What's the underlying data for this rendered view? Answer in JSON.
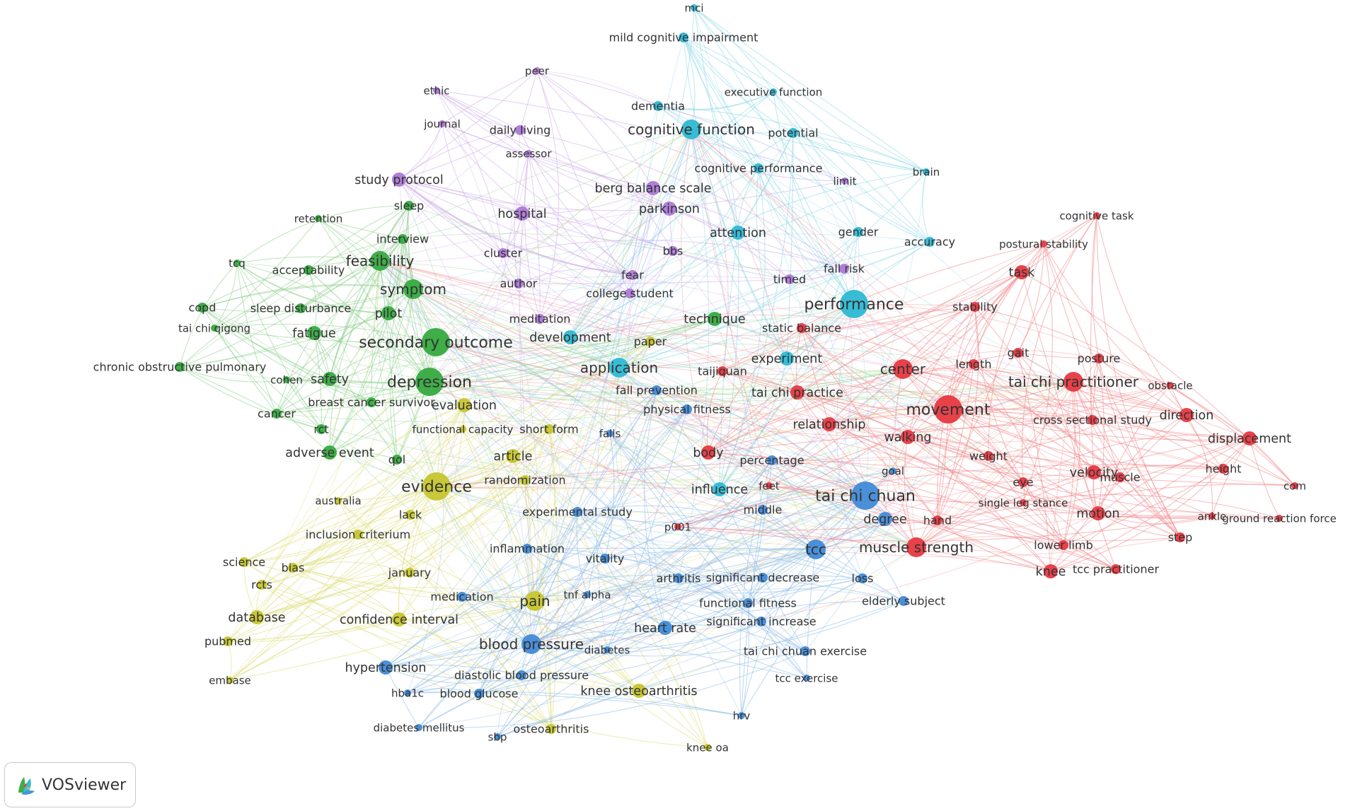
{
  "brand": {
    "name": "VOSviewer",
    "icon": "vosviewer-logo-icon"
  },
  "clusters": {
    "red": {
      "color": "#e8414a",
      "link": "#f08a8e"
    },
    "green": {
      "color": "#3fae49",
      "link": "#8fd08f"
    },
    "blue": {
      "color": "#4a90d9",
      "link": "#92bde8"
    },
    "yellow": {
      "color": "#c8c838",
      "link": "#dede7e"
    },
    "purple": {
      "color": "#b07fd8",
      "link": "#cfaeea"
    },
    "cyan": {
      "color": "#38bcd6",
      "link": "#8fd9e8"
    }
  },
  "terms": [
    {
      "label": "mci",
      "cluster": "cyan",
      "weight": 1
    },
    {
      "label": "mild cognitive impairment",
      "cluster": "cyan",
      "weight": 2
    },
    {
      "label": "executive function",
      "cluster": "cyan",
      "weight": 1
    },
    {
      "label": "dementia",
      "cluster": "cyan",
      "weight": 2
    },
    {
      "label": "cognitive function",
      "cluster": "cyan",
      "weight": 4
    },
    {
      "label": "potential",
      "cluster": "cyan",
      "weight": 2
    },
    {
      "label": "cognitive performance",
      "cluster": "cyan",
      "weight": 2
    },
    {
      "label": "brain",
      "cluster": "cyan",
      "weight": 1
    },
    {
      "label": "attention",
      "cluster": "cyan",
      "weight": 3
    },
    {
      "label": "gender",
      "cluster": "cyan",
      "weight": 2
    },
    {
      "label": "accuracy",
      "cluster": "cyan",
      "weight": 2
    },
    {
      "label": "performance",
      "cluster": "cyan",
      "weight": 5
    },
    {
      "label": "experiment",
      "cluster": "cyan",
      "weight": 3
    },
    {
      "label": "application",
      "cluster": "cyan",
      "weight": 4
    },
    {
      "label": "influence",
      "cluster": "cyan",
      "weight": 3
    },
    {
      "label": "development",
      "cluster": "cyan",
      "weight": 3
    },
    {
      "label": "ethic",
      "cluster": "purple",
      "weight": 1
    },
    {
      "label": "peer",
      "cluster": "purple",
      "weight": 1
    },
    {
      "label": "journal",
      "cluster": "purple",
      "weight": 1
    },
    {
      "label": "daily living",
      "cluster": "purple",
      "weight": 2
    },
    {
      "label": "assessor",
      "cluster": "purple",
      "weight": 1
    },
    {
      "label": "study protocol",
      "cluster": "purple",
      "weight": 3
    },
    {
      "label": "hospital",
      "cluster": "purple",
      "weight": 3
    },
    {
      "label": "berg balance scale",
      "cluster": "purple",
      "weight": 3
    },
    {
      "label": "parkinson",
      "cluster": "purple",
      "weight": 3
    },
    {
      "label": "limit",
      "cluster": "purple",
      "weight": 1
    },
    {
      "label": "cluster",
      "cluster": "purple",
      "weight": 2
    },
    {
      "label": "bbs",
      "cluster": "purple",
      "weight": 2
    },
    {
      "label": "author",
      "cluster": "purple",
      "weight": 2
    },
    {
      "label": "fear",
      "cluster": "purple",
      "weight": 2
    },
    {
      "label": "timed",
      "cluster": "purple",
      "weight": 2
    },
    {
      "label": "fall risk",
      "cluster": "purple",
      "weight": 2
    },
    {
      "label": "college student",
      "cluster": "purple",
      "weight": 2
    },
    {
      "label": "meditation",
      "cluster": "purple",
      "weight": 2
    },
    {
      "label": "sleep",
      "cluster": "green",
      "weight": 2
    },
    {
      "label": "retention",
      "cluster": "green",
      "weight": 1
    },
    {
      "label": "interview",
      "cluster": "green",
      "weight": 2
    },
    {
      "label": "tcq",
      "cluster": "green",
      "weight": 1
    },
    {
      "label": "acceptability",
      "cluster": "green",
      "weight": 2
    },
    {
      "label": "feasibility",
      "cluster": "green",
      "weight": 4
    },
    {
      "label": "symptom",
      "cluster": "green",
      "weight": 4
    },
    {
      "label": "copd",
      "cluster": "green",
      "weight": 2
    },
    {
      "label": "sleep disturbance",
      "cluster": "green",
      "weight": 2
    },
    {
      "label": "pilot",
      "cluster": "green",
      "weight": 3
    },
    {
      "label": "tai chi qigong",
      "cluster": "green",
      "weight": 1
    },
    {
      "label": "fatigue",
      "cluster": "green",
      "weight": 3
    },
    {
      "label": "secondary outcome",
      "cluster": "green",
      "weight": 5
    },
    {
      "label": "chronic obstructive pulmonary",
      "cluster": "green",
      "weight": 2
    },
    {
      "label": "cohen",
      "cluster": "green",
      "weight": 1
    },
    {
      "label": "safety",
      "cluster": "green",
      "weight": 3
    },
    {
      "label": "depression",
      "cluster": "green",
      "weight": 5
    },
    {
      "label": "breast cancer survivor",
      "cluster": "green",
      "weight": 2
    },
    {
      "label": "cancer",
      "cluster": "green",
      "weight": 2
    },
    {
      "label": "technique",
      "cluster": "green",
      "weight": 3
    },
    {
      "label": "rct",
      "cluster": "green",
      "weight": 2
    },
    {
      "label": "adverse event",
      "cluster": "green",
      "weight": 3
    },
    {
      "label": "qol",
      "cluster": "green",
      "weight": 2
    },
    {
      "label": "evaluation",
      "cluster": "yellow",
      "weight": 3
    },
    {
      "label": "functional capacity",
      "cluster": "yellow",
      "weight": 1
    },
    {
      "label": "short form",
      "cluster": "yellow",
      "weight": 2
    },
    {
      "label": "article",
      "cluster": "yellow",
      "weight": 3
    },
    {
      "label": "evidence",
      "cluster": "yellow",
      "weight": 5
    },
    {
      "label": "randomization",
      "cluster": "yellow",
      "weight": 2
    },
    {
      "label": "australia",
      "cluster": "yellow",
      "weight": 1
    },
    {
      "label": "lack",
      "cluster": "yellow",
      "weight": 2
    },
    {
      "label": "inclusion criterium",
      "cluster": "yellow",
      "weight": 2
    },
    {
      "label": "science",
      "cluster": "yellow",
      "weight": 2
    },
    {
      "label": "rcts",
      "cluster": "yellow",
      "weight": 2
    },
    {
      "label": "bias",
      "cluster": "yellow",
      "weight": 2
    },
    {
      "label": "january",
      "cluster": "yellow",
      "weight": 2
    },
    {
      "label": "database",
      "cluster": "yellow",
      "weight": 3
    },
    {
      "label": "confidence interval",
      "cluster": "yellow",
      "weight": 3
    },
    {
      "label": "pubmed",
      "cluster": "yellow",
      "weight": 2
    },
    {
      "label": "embase",
      "cluster": "yellow",
      "weight": 1
    },
    {
      "label": "pain",
      "cluster": "yellow",
      "weight": 4
    },
    {
      "label": "paper",
      "cluster": "yellow",
      "weight": 2
    },
    {
      "label": "knee osteoarthritis",
      "cluster": "yellow",
      "weight": 3
    },
    {
      "label": "osteoarthritis",
      "cluster": "yellow",
      "weight": 2
    },
    {
      "label": "knee oa",
      "cluster": "yellow",
      "weight": 1
    },
    {
      "label": "experimental study",
      "cluster": "blue",
      "weight": 2
    },
    {
      "label": "inflammation",
      "cluster": "blue",
      "weight": 2
    },
    {
      "label": "vitality",
      "cluster": "blue",
      "weight": 2
    },
    {
      "label": "arthritis",
      "cluster": "blue",
      "weight": 2
    },
    {
      "label": "significant decrease",
      "cluster": "blue",
      "weight": 2
    },
    {
      "label": "medication",
      "cluster": "blue",
      "weight": 2
    },
    {
      "label": "tnf alpha",
      "cluster": "blue",
      "weight": 1
    },
    {
      "label": "functional fitness",
      "cluster": "blue",
      "weight": 2
    },
    {
      "label": "significant increase",
      "cluster": "blue",
      "weight": 2
    },
    {
      "label": "heart rate",
      "cluster": "blue",
      "weight": 3
    },
    {
      "label": "blood pressure",
      "cluster": "blue",
      "weight": 4
    },
    {
      "label": "diabetes",
      "cluster": "blue",
      "weight": 1
    },
    {
      "label": "tai chi chuan exercise",
      "cluster": "blue",
      "weight": 2
    },
    {
      "label": "hypertension",
      "cluster": "blue",
      "weight": 3
    },
    {
      "label": "diastolic blood pressure",
      "cluster": "blue",
      "weight": 2
    },
    {
      "label": "hba1c",
      "cluster": "blue",
      "weight": 1
    },
    {
      "label": "blood glucose",
      "cluster": "blue",
      "weight": 2
    },
    {
      "label": "tcc exercise",
      "cluster": "blue",
      "weight": 1
    },
    {
      "label": "hrv",
      "cluster": "blue",
      "weight": 1
    },
    {
      "label": "diabetes mellitus",
      "cluster": "blue",
      "weight": 1
    },
    {
      "label": "sbp",
      "cluster": "blue",
      "weight": 1
    },
    {
      "label": "fall prevention",
      "cluster": "blue",
      "weight": 2
    },
    {
      "label": "physical fitness",
      "cluster": "blue",
      "weight": 2
    },
    {
      "label": "falls",
      "cluster": "blue",
      "weight": 1
    },
    {
      "label": "percentage",
      "cluster": "blue",
      "weight": 2
    },
    {
      "label": "tai chi chuan",
      "cluster": "blue",
      "weight": 5
    },
    {
      "label": "goal",
      "cluster": "blue",
      "weight": 1
    },
    {
      "label": "middle",
      "cluster": "blue",
      "weight": 2
    },
    {
      "label": "degree",
      "cluster": "blue",
      "weight": 3
    },
    {
      "label": "tcc",
      "cluster": "blue",
      "weight": 4
    },
    {
      "label": "loss",
      "cluster": "blue",
      "weight": 2
    },
    {
      "label": "elderly subject",
      "cluster": "blue",
      "weight": 2
    },
    {
      "label": "p001",
      "cluster": "red",
      "weight": 1
    },
    {
      "label": "cognitive task",
      "cluster": "red",
      "weight": 1
    },
    {
      "label": "postural stability",
      "cluster": "red",
      "weight": 1
    },
    {
      "label": "task",
      "cluster": "red",
      "weight": 3
    },
    {
      "label": "stability",
      "cluster": "red",
      "weight": 2
    },
    {
      "label": "static balance",
      "cluster": "red",
      "weight": 2
    },
    {
      "label": "center",
      "cluster": "red",
      "weight": 4
    },
    {
      "label": "length",
      "cluster": "red",
      "weight": 2
    },
    {
      "label": "gait",
      "cluster": "red",
      "weight": 2
    },
    {
      "label": "posture",
      "cluster": "red",
      "weight": 2
    },
    {
      "label": "tai chi practitioner",
      "cluster": "red",
      "weight": 4
    },
    {
      "label": "obstacle",
      "cluster": "red",
      "weight": 1
    },
    {
      "label": "taijiquan",
      "cluster": "red",
      "weight": 2
    },
    {
      "label": "tai chi practice",
      "cluster": "red",
      "weight": 3
    },
    {
      "label": "movement",
      "cluster": "red",
      "weight": 5
    },
    {
      "label": "relationship",
      "cluster": "red",
      "weight": 3
    },
    {
      "label": "cross sectional study",
      "cluster": "red",
      "weight": 2
    },
    {
      "label": "direction",
      "cluster": "red",
      "weight": 3
    },
    {
      "label": "walking",
      "cluster": "red",
      "weight": 3
    },
    {
      "label": "displacement",
      "cluster": "red",
      "weight": 3
    },
    {
      "label": "body",
      "cluster": "red",
      "weight": 3
    },
    {
      "label": "weight",
      "cluster": "red",
      "weight": 2
    },
    {
      "label": "velocity",
      "cluster": "red",
      "weight": 3
    },
    {
      "label": "muscle",
      "cluster": "red",
      "weight": 2
    },
    {
      "label": "height",
      "cluster": "red",
      "weight": 2
    },
    {
      "label": "eye",
      "cluster": "red",
      "weight": 2
    },
    {
      "label": "feet",
      "cluster": "red",
      "weight": 1
    },
    {
      "label": "com",
      "cluster": "red",
      "weight": 1
    },
    {
      "label": "single leg stance",
      "cluster": "red",
      "weight": 1
    },
    {
      "label": "hand",
      "cluster": "red",
      "weight": 2
    },
    {
      "label": "motion",
      "cluster": "red",
      "weight": 3
    },
    {
      "label": "ankle",
      "cluster": "red",
      "weight": 1
    },
    {
      "label": "ground reaction force",
      "cluster": "red",
      "weight": 1
    },
    {
      "label": "step",
      "cluster": "red",
      "weight": 2
    },
    {
      "label": "muscle strength",
      "cluster": "red",
      "weight": 4
    },
    {
      "label": "lower limb",
      "cluster": "red",
      "weight": 2
    },
    {
      "label": "knee",
      "cluster": "red",
      "weight": 3
    },
    {
      "label": "tcc practitioner",
      "cluster": "red",
      "weight": 2
    }
  ]
}
